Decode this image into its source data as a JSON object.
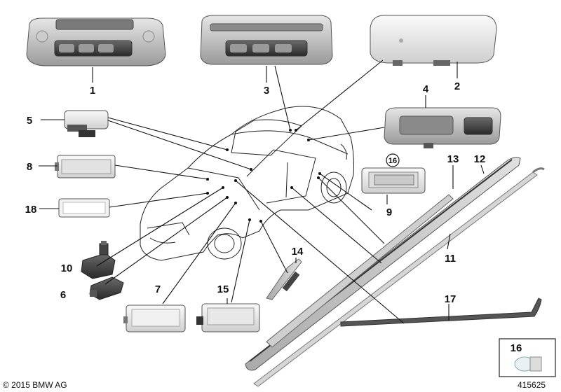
{
  "labels": {
    "p1": "1",
    "p2": "2",
    "p3": "3",
    "p4": "4",
    "p5": "5",
    "p6": "6",
    "p7": "7",
    "p8": "8",
    "p9": "9",
    "p10": "10",
    "p11": "11",
    "p12": "12",
    "p13": "13",
    "p14": "14",
    "p15": "15",
    "p16_circle": "16",
    "p16": "16",
    "p17": "17",
    "p18": "18"
  },
  "footer": {
    "copyright": "© 2015 BMW AG",
    "diagram_number": "415625"
  }
}
